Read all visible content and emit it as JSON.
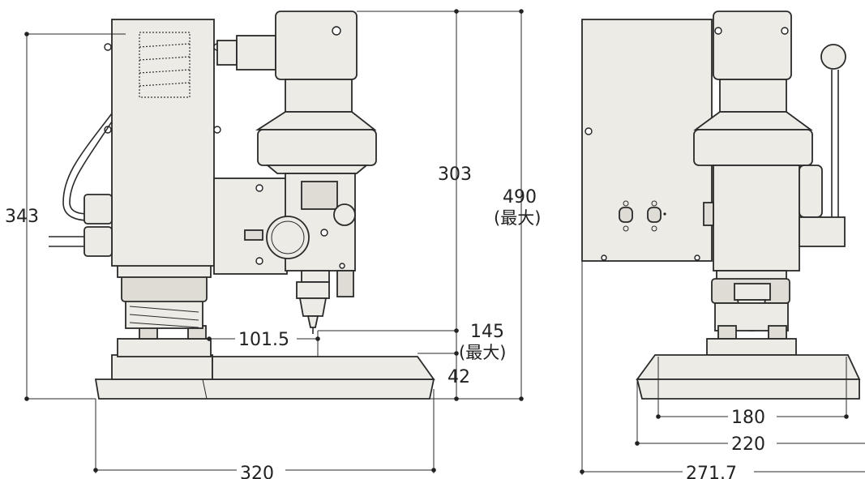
{
  "diagram": {
    "dimensions_front": {
      "height_total_left": "343",
      "height_top_to_tip": "303",
      "height_max": "490",
      "height_max_note": "(最大)",
      "throat": "101.5",
      "stroke": "145",
      "stroke_note": "(最大)",
      "base_height": "42",
      "base_width": "320"
    },
    "dimensions_side": {
      "slot_inner": "180",
      "slot_outer": "220",
      "base_depth": "271.7"
    }
  }
}
